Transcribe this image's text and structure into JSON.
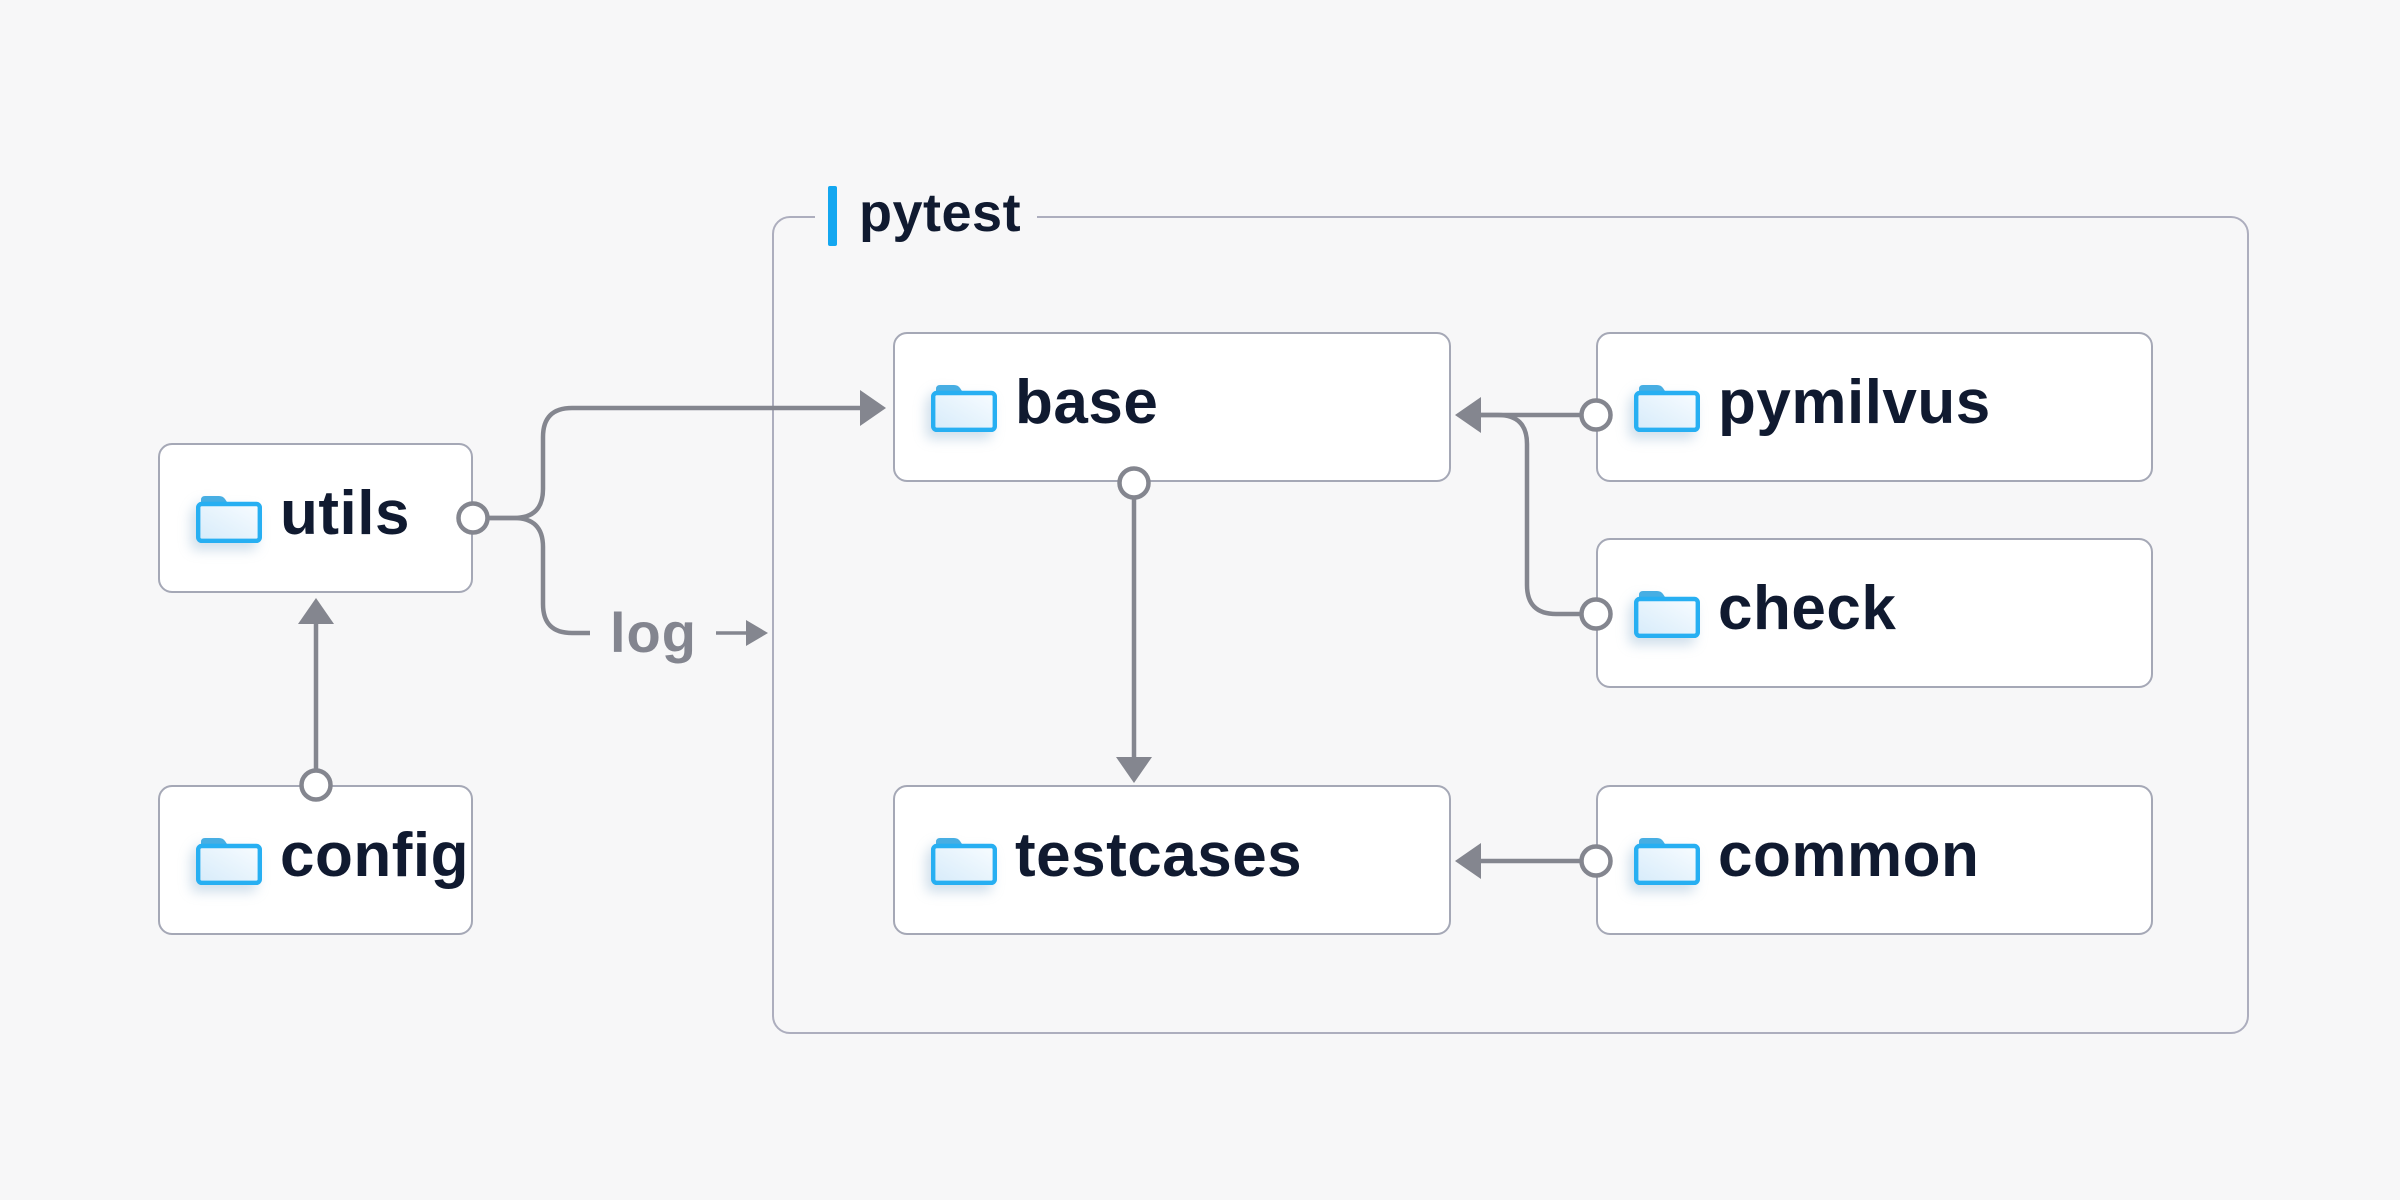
{
  "page": {
    "background": "#f7f7f8"
  },
  "group": {
    "label": "pytest",
    "accent_color": "#14a7f0",
    "border_color": "#adaebe"
  },
  "nodes": {
    "utils": {
      "label": "utils",
      "icon": "folder-icon"
    },
    "config": {
      "label": "config",
      "icon": "folder-icon"
    },
    "base": {
      "label": "base",
      "icon": "folder-icon"
    },
    "testcases": {
      "label": "testcases",
      "icon": "folder-icon"
    },
    "pymilvus": {
      "label": "pymilvus",
      "icon": "folder-icon"
    },
    "check": {
      "label": "check",
      "icon": "folder-icon"
    },
    "common": {
      "label": "common",
      "icon": "folder-icon"
    }
  },
  "edges": {
    "log_label": "log",
    "list": [
      {
        "from": "config",
        "to": "utils"
      },
      {
        "from": "utils",
        "to": "base"
      },
      {
        "from": "utils",
        "to": "log (pytest)"
      },
      {
        "from": "pymilvus",
        "to": "base"
      },
      {
        "from": "check",
        "to": "base"
      },
      {
        "from": "base",
        "to": "testcases"
      },
      {
        "from": "common",
        "to": "testcases"
      }
    ]
  },
  "colors": {
    "background": "#f7f7f8",
    "node_fill": "#ffffff",
    "node_border": "#a5a8b6",
    "group_border": "#adaebe",
    "connector_gray": "#84868f",
    "text_navy": "#101a30",
    "edge_label_gray": "#83858f",
    "accent_blue": "#14a7f0",
    "folder_stroke_blue": "#27aff2",
    "folder_tab_blue": "#47aee3",
    "folder_fill_light": "#d6ebfa"
  }
}
